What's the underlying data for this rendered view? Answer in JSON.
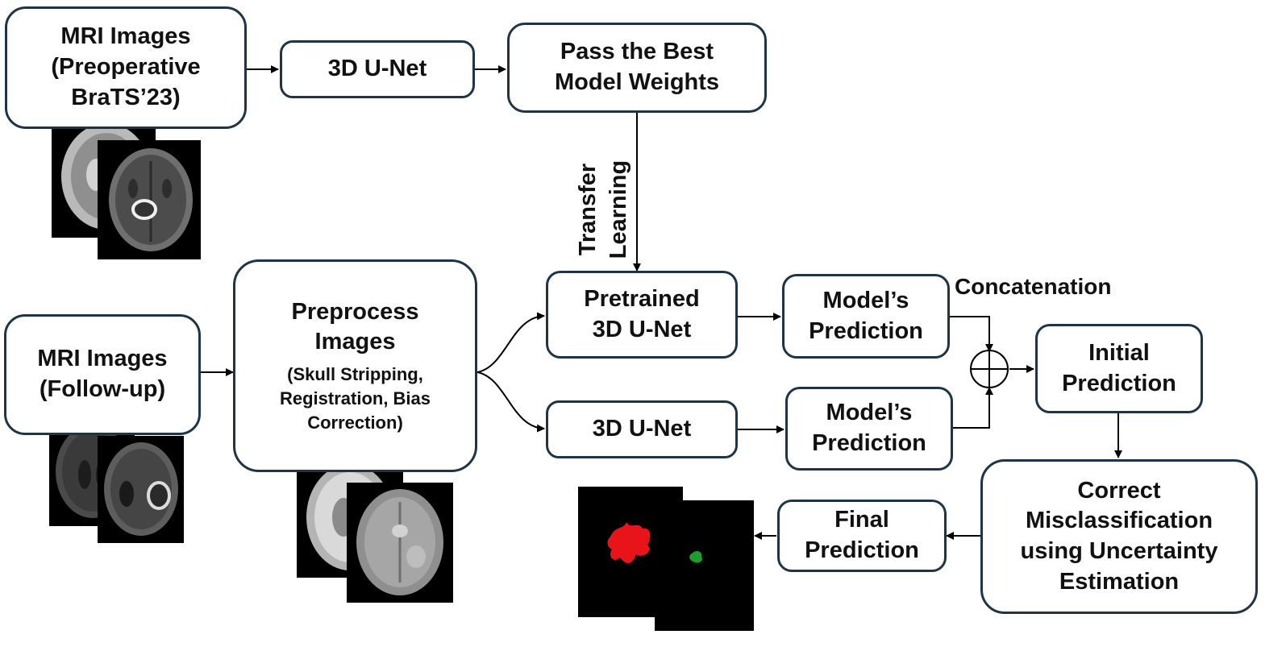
{
  "nodes": {
    "mri_pre": [
      "MRI Images",
      "(Preoperative",
      "BraTS’23)"
    ],
    "unet_top": "3D U-Net",
    "pass_weights": [
      "Pass the Best",
      "Model Weights"
    ],
    "mri_follow": [
      "MRI Images",
      "(Follow-up)"
    ],
    "preprocess_title": [
      "Preprocess",
      "Images"
    ],
    "preprocess_sub": [
      "(Skull  Stripping,",
      "Registration, Bias",
      "Correction)"
    ],
    "pretrained": [
      "Pretrained",
      "3D U-Net"
    ],
    "unet_bottom": "3D U-Net",
    "pred_top": [
      "Model’s",
      "Prediction"
    ],
    "pred_bottom": [
      "Model’s",
      "Prediction"
    ],
    "initial": [
      "Initial",
      "Prediction"
    ],
    "correct": [
      "Correct",
      "Misclassification",
      "using Uncertainty",
      "Estimation"
    ],
    "final": [
      "Final",
      "Prediction"
    ]
  },
  "labels": {
    "transfer_1": "Transfer",
    "transfer_2": "Learning",
    "concatenation": "Concatenation"
  },
  "colors": {
    "border": "#1f3447",
    "line": "#000000",
    "seg_red": "#e8141a",
    "seg_green": "#1f9d2a"
  }
}
